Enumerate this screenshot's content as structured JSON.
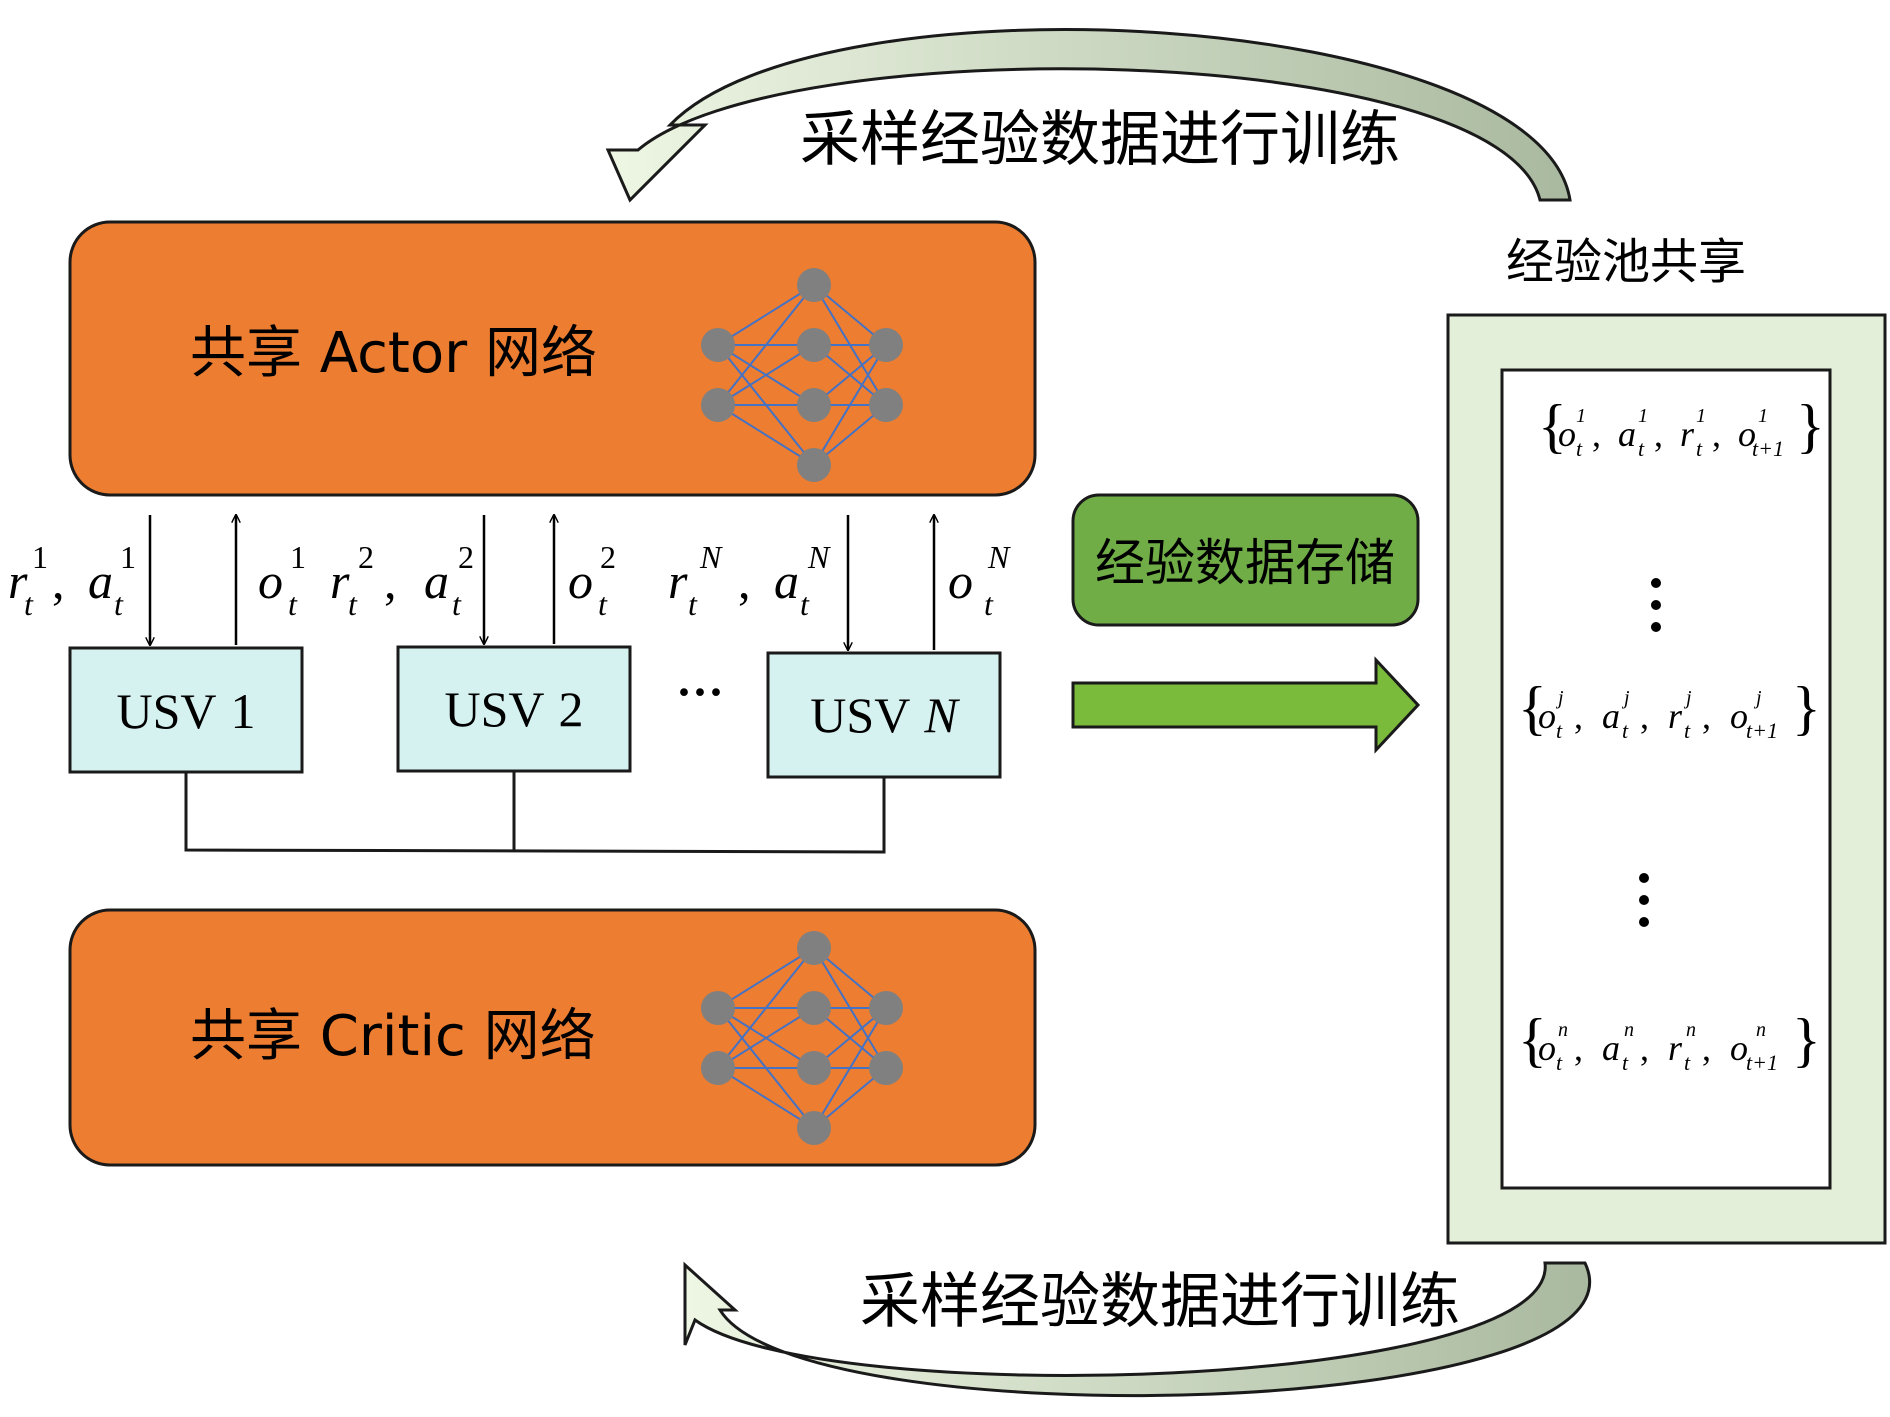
{
  "diagram": {
    "top_loop_label": "采样经验数据进行训练",
    "bottom_loop_label": "采样经验数据进行训练",
    "pool_title": "经验池共享",
    "store_label": "经验数据存储",
    "actor_label": "共享 Actor 网络",
    "critic_label": "共享 Critic 网络",
    "ellipsis": "···",
    "colors": {
      "network_fill": "#ED7D31",
      "network_stroke": "#1A1A1A",
      "usv_fill": "#D5F1F0",
      "store_fill": "#70AD47",
      "arrow_fill": "#7BBB3C",
      "pool_outer_fill": "#E3EFD9",
      "loop_arrow_light": "#EEF6E4",
      "loop_arrow_dark": "#A9B99F",
      "node_fill": "#808080",
      "edge_color": "#4472C4"
    },
    "usvs": [
      {
        "name": "usv-1",
        "label_main": "USV",
        "label_idx": "1",
        "idx_italic": false,
        "in_r": "r",
        "in_a": "a",
        "sup": "1",
        "sub": "t",
        "out_o": "o"
      },
      {
        "name": "usv-2",
        "label_main": "USV",
        "label_idx": "2",
        "idx_italic": false,
        "in_r": "r",
        "in_a": "a",
        "sup": "2",
        "sub": "t",
        "out_o": "o"
      },
      {
        "name": "usv-n",
        "label_main": "USV",
        "label_idx": "N",
        "idx_italic": true,
        "in_r": "r",
        "in_a": "a",
        "sup": "N",
        "sub": "t",
        "out_o": "o"
      }
    ],
    "pool_entries": [
      {
        "name": "pool-entry-1",
        "sup": "1",
        "sub_t": "t",
        "sub_next": "t+1"
      },
      {
        "name": "pool-entry-j",
        "sup": "j",
        "sub_t": "t",
        "sub_next": "t+1"
      },
      {
        "name": "pool-entry-n",
        "sup": "n",
        "sub_t": "t",
        "sub_next": "t+1"
      }
    ]
  }
}
